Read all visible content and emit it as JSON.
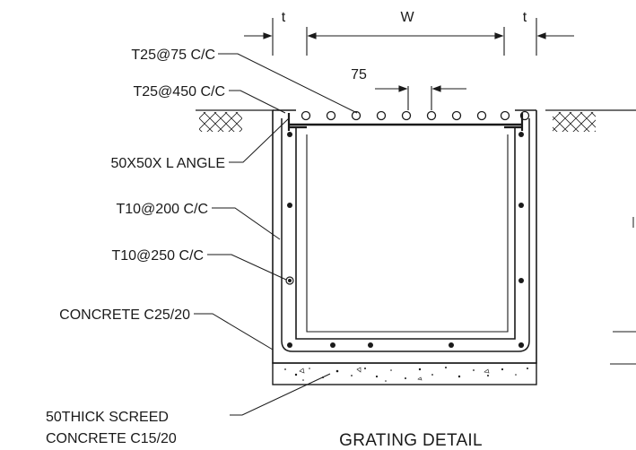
{
  "labels": {
    "t_left": "t",
    "w": "W",
    "t_right": "t",
    "spacing": "75",
    "t25_75": "T25@75 C/C",
    "t25_450": "T25@450 C/C",
    "angle": "50X50X L ANGLE",
    "t10_200": "T10@200 C/C",
    "t10_250": "T10@250 C/C",
    "concrete": "CONCRETE C25/20",
    "screed_1": "50THICK SCREED",
    "screed_2": "CONCRETE C15/20",
    "title": "GRATING DETAIL"
  },
  "colors": {
    "line": "#1a1a1a",
    "background": "#ffffff"
  },
  "details": {
    "grating_bars": 10,
    "side_bars_per_wall": 4,
    "bottom_bars": 5
  }
}
